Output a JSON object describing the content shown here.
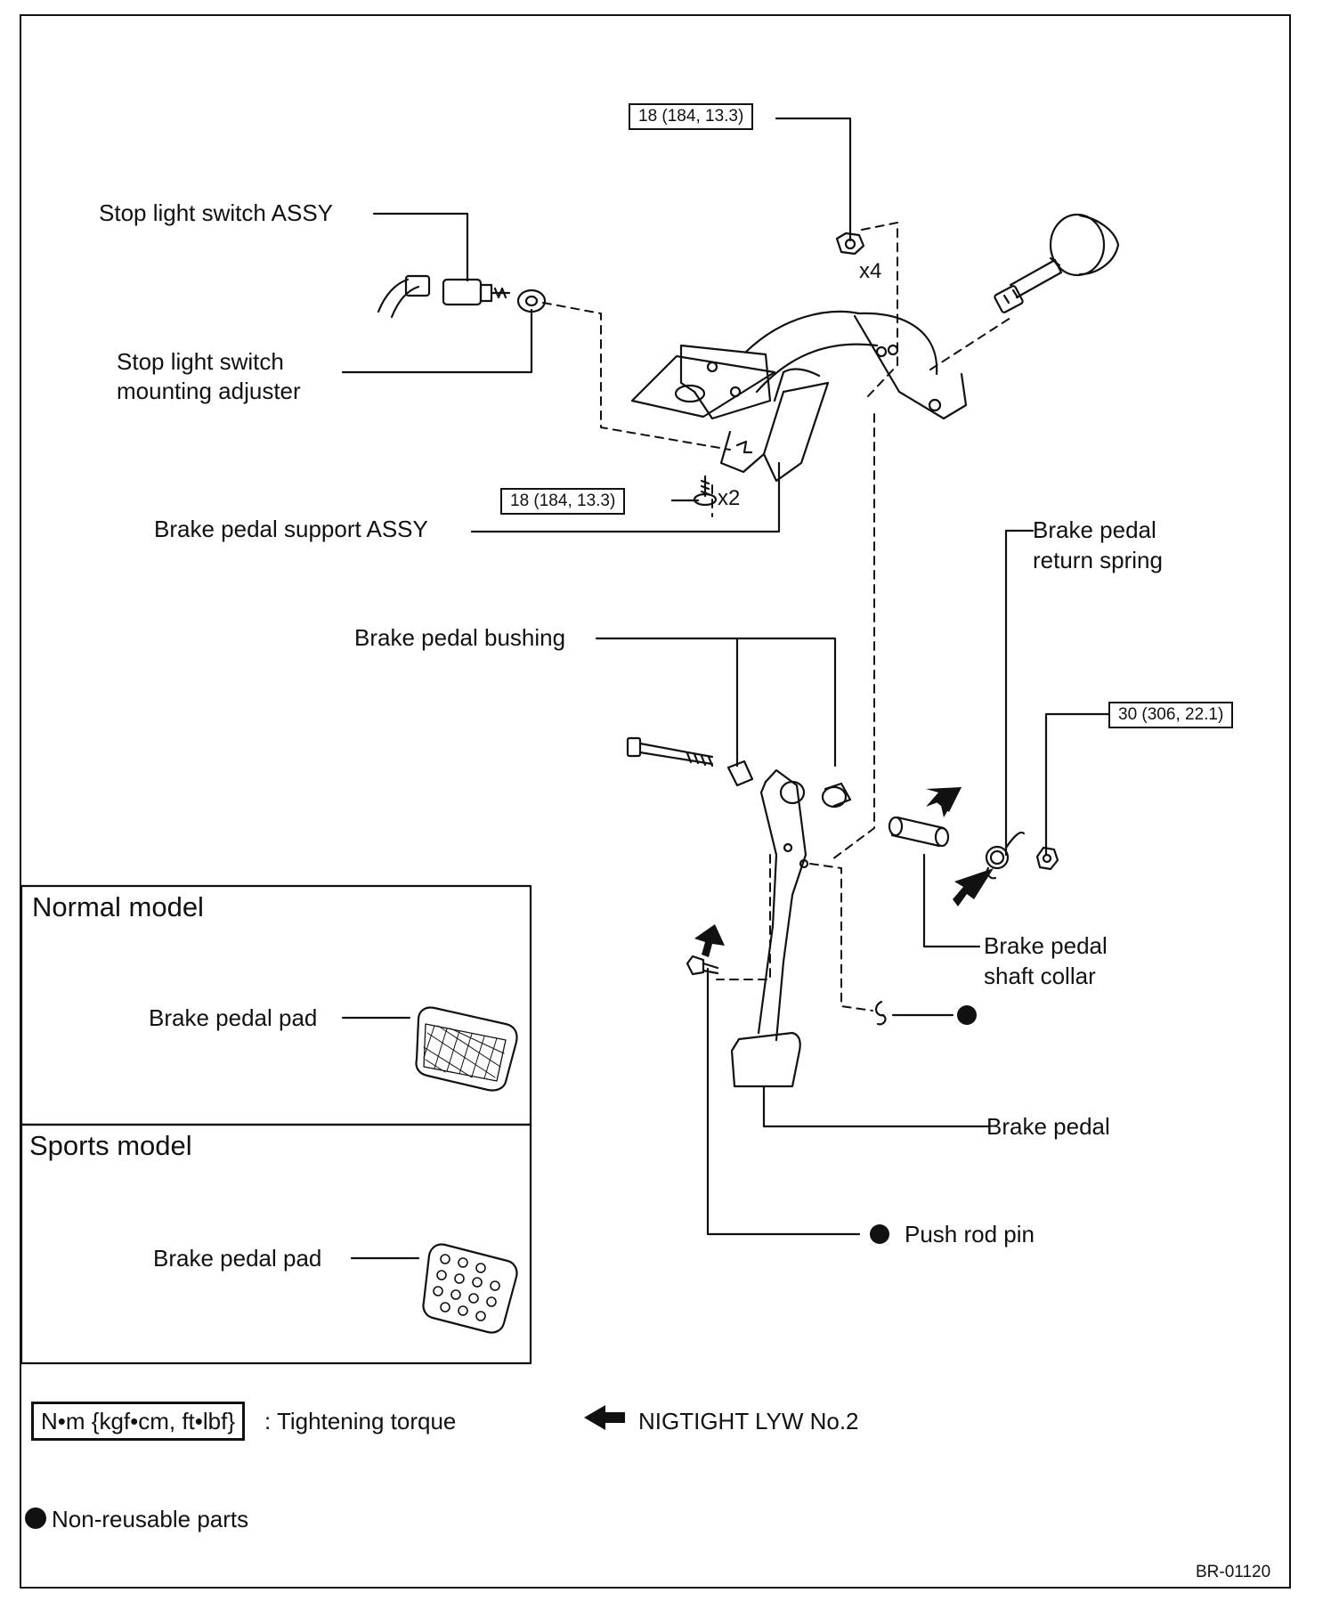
{
  "labels": {
    "stop_light_switch_assy": "Stop light switch ASSY",
    "stop_light_switch_mounting_adjuster_line1": "Stop light switch",
    "stop_light_switch_mounting_adjuster_line2": "mounting adjuster",
    "brake_pedal_support_assy": "Brake pedal support ASSY",
    "brake_pedal_return_spring_line1": "Brake pedal",
    "brake_pedal_return_spring_line2": "return spring",
    "brake_pedal_bushing": "Brake pedal bushing",
    "brake_pedal_shaft_collar_line1": "Brake pedal",
    "brake_pedal_shaft_collar_line2": "shaft collar",
    "brake_pedal": "Brake pedal",
    "push_rod_pin": "Push rod pin"
  },
  "torque_specs": {
    "support_nut": "18 (184, 13.3)",
    "support_bolt": "18 (184, 13.3)",
    "pedal_nut": "30 (306, 22.1)"
  },
  "quantities": {
    "nut_count": "x4",
    "bolt_count": "x2"
  },
  "variants": [
    {
      "title": "Normal model",
      "pad_label": "Brake pedal pad"
    },
    {
      "title": "Sports model",
      "pad_label": "Brake pedal pad"
    }
  ],
  "legend": {
    "torque_unit_box": "N•m {kgf•cm, ft•lbf}",
    "torque_meaning": ": Tightening torque",
    "grease_label": "NIGTIGHT LYW No.2",
    "non_reusable": "Non-reusable parts"
  },
  "figure_code": "BR-01120"
}
